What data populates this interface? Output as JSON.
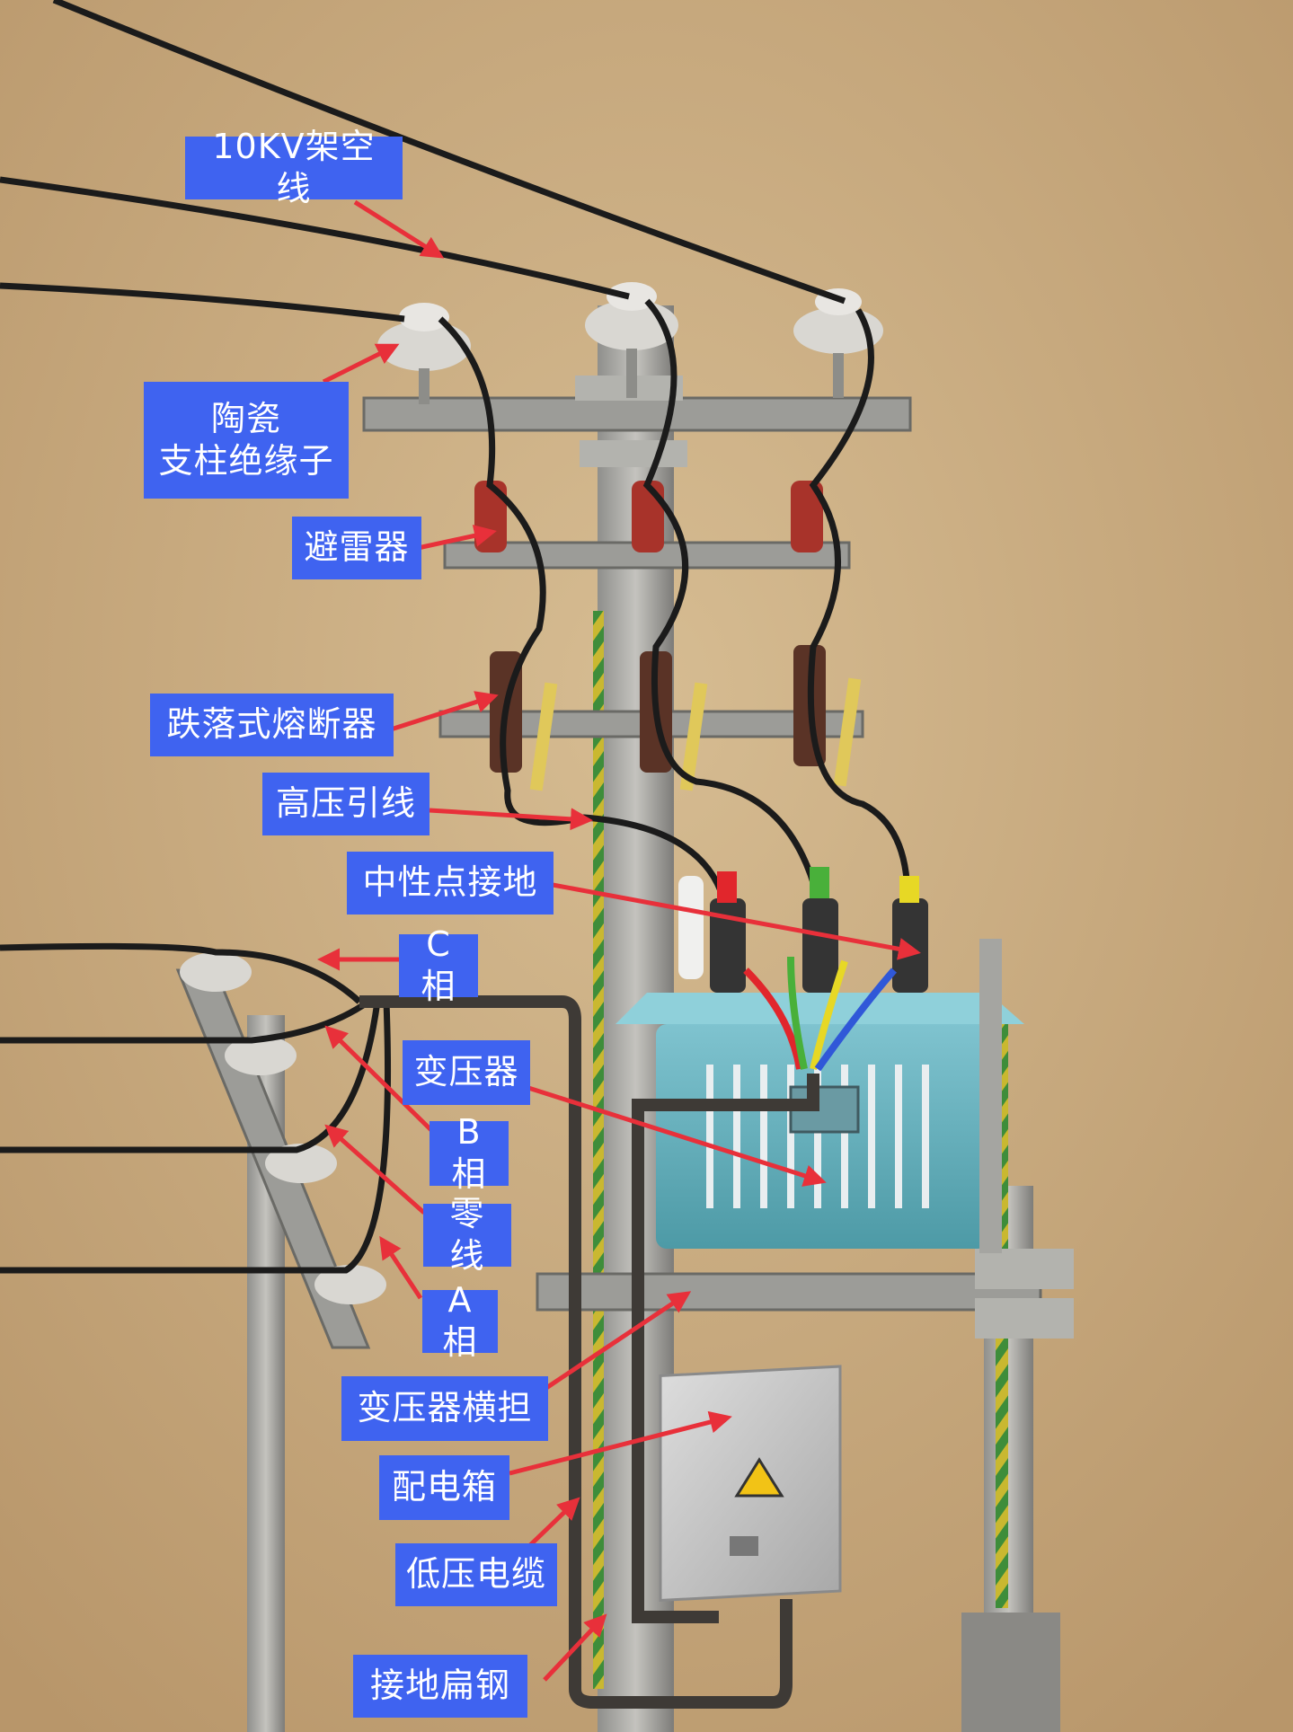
{
  "colors": {
    "label_bg": "#3f63f0",
    "label_text": "#ffffff",
    "arrow": "#e8303a",
    "background": "#c8ab7e"
  },
  "labels": {
    "overhead_line": "10KV架空线",
    "insulator": "陶瓷\n支柱绝缘子",
    "arrester": "避雷器",
    "fuse": "跌落式熔断器",
    "hv_lead": "高压引线",
    "neutral_ground": "中性点接地",
    "phase_c": "C相",
    "transformer": "变压器",
    "phase_b": "B相",
    "neutral_line": "零线",
    "phase_a": "A相",
    "transformer_crossarm": "变压器横担",
    "distribution_box": "配电箱",
    "lv_cable": "低压电缆",
    "ground_flat_steel": "接地扁钢"
  }
}
